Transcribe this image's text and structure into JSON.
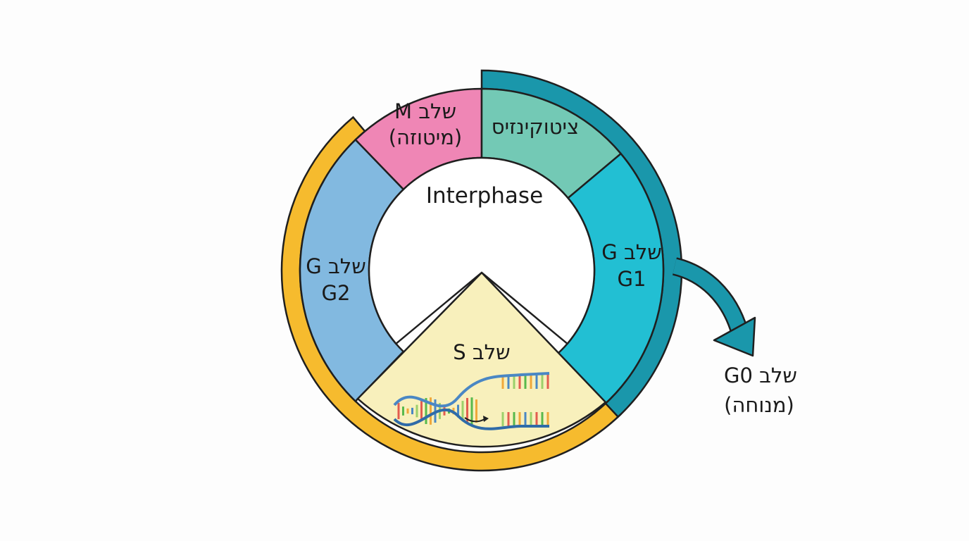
{
  "diagram": {
    "center_label": "Interphase",
    "phases": {
      "m_phase": {
        "line1": "שלב M",
        "line2": "(מיטוזה)",
        "color": "#ef86b5"
      },
      "cytokinesis": {
        "line1": "ציטוקינזיס",
        "color": "#73c9b5"
      },
      "g1_phase": {
        "line1": "שלב G",
        "line2": "G1",
        "color": "#22bfd3"
      },
      "g2_phase": {
        "line1": "שלב G",
        "line2": "G2",
        "color": "#82b9e0"
      },
      "s_phase": {
        "line1": "שלב S",
        "color": "#f8f0bc"
      }
    },
    "g0_phase": {
      "line1": "שלב G0",
      "line2": "(מנוחה)"
    },
    "colors": {
      "interphase_band": "#f6bb2e",
      "mitotic_band": "#1a97ab",
      "outline": "#1f1f1f"
    }
  }
}
